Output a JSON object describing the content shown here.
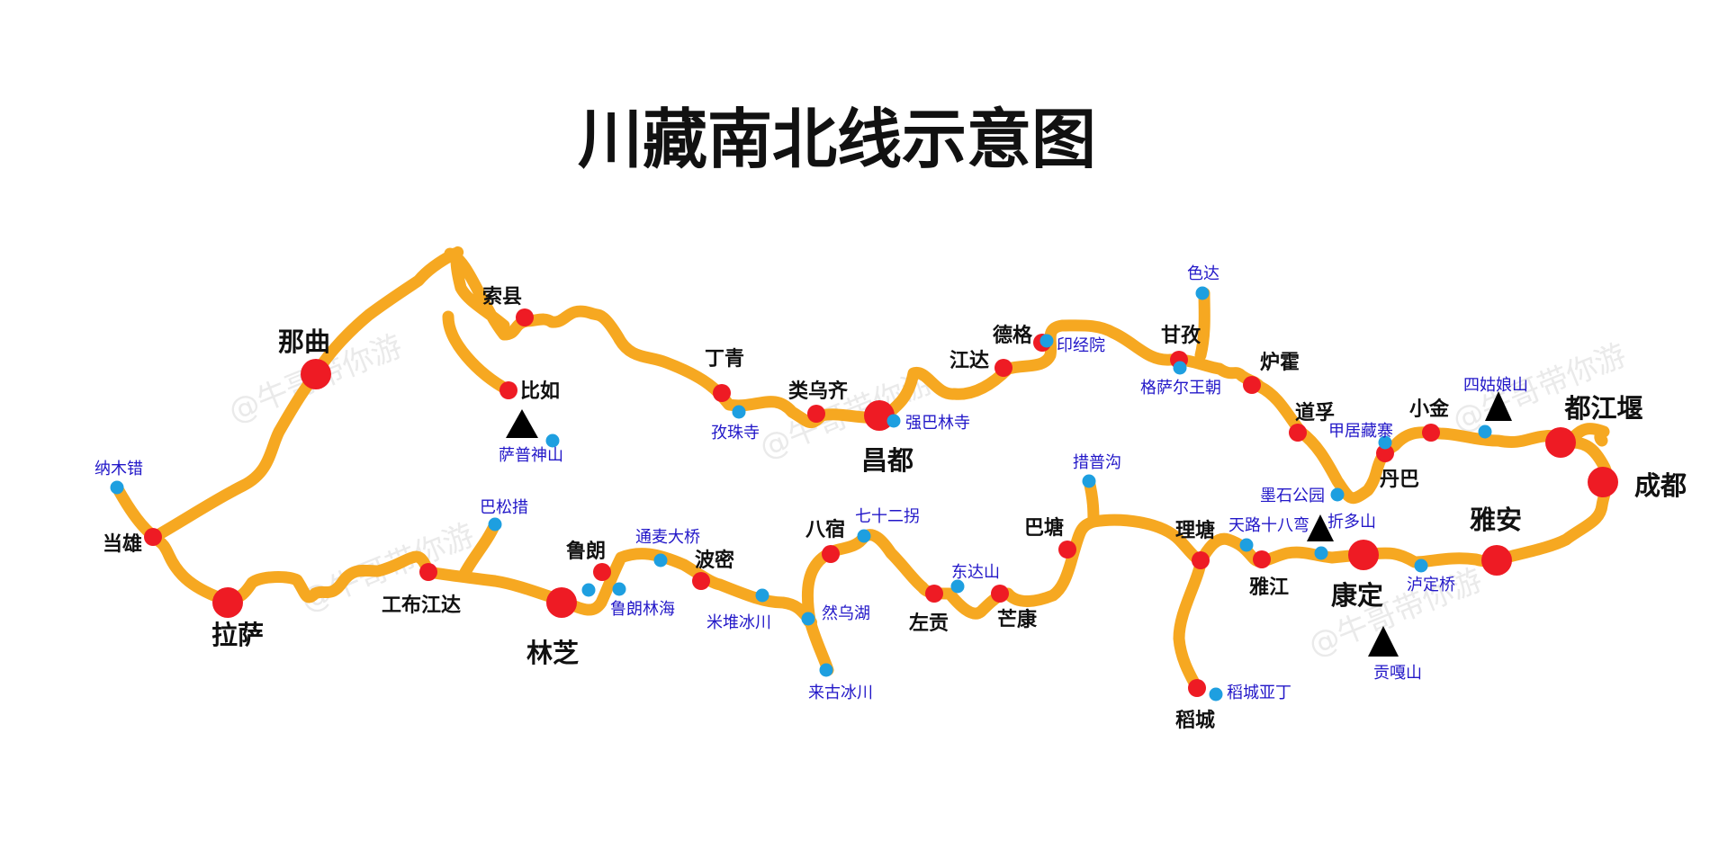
{
  "title": "川藏南北线示意图",
  "watermark": "@牛哥带你游",
  "colors": {
    "route": "#f6a821",
    "major_stop": "#ee1b24",
    "attraction": "#1e9fe0",
    "mountain": "#000000",
    "city_label": "#111111",
    "attraction_label": "#2217c8"
  },
  "legend_icons": {
    "major_stop": "red-dot-icon",
    "attraction": "blue-dot-icon",
    "mountain": "mountain-triangle-icon"
  },
  "major_cities": [
    "那曲",
    "昌都",
    "都江堰",
    "成都",
    "雅安",
    "康定",
    "拉萨",
    "林芝"
  ],
  "towns": [
    "索县",
    "比如",
    "丁青",
    "类乌齐",
    "江达",
    "德格",
    "甘孜",
    "炉霍",
    "道孚",
    "小金",
    "丹巴",
    "当雄",
    "工布江达",
    "鲁朗",
    "波密",
    "八宿",
    "左贡",
    "芒康",
    "巴塘",
    "理塘",
    "雅江",
    "稻城"
  ],
  "attractions": [
    "纳木错",
    "萨普神山",
    "孜珠寺",
    "强巴林寺",
    "印经院",
    "色达",
    "格萨尔王朝",
    "甲居藏寨",
    "四姑娘山",
    "墨石公园",
    "折多山",
    "泸定桥",
    "贡嘎山",
    "巴松措",
    "通麦大桥",
    "鲁朗林海",
    "米堆冰川",
    "然乌湖",
    "来古冰川",
    "七十二拐",
    "东达山",
    "措普沟",
    "天路十八弯",
    "稻城亚丁"
  ]
}
